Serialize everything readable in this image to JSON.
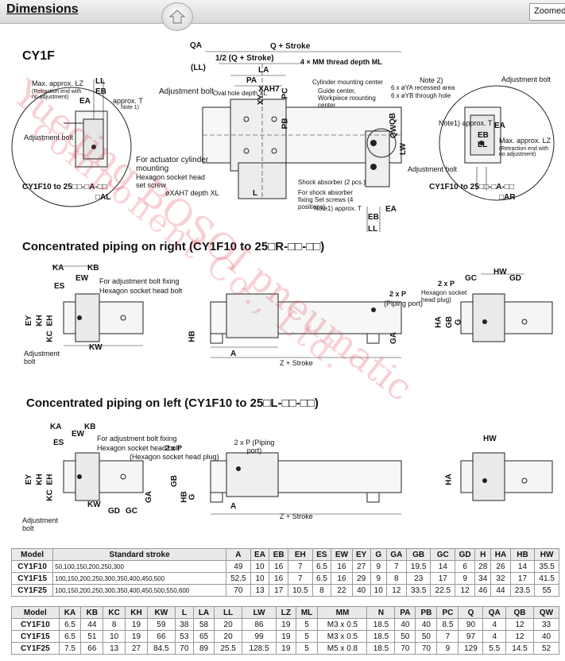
{
  "header": {
    "title": "Dimensions",
    "zoom_label": "Zoomed o"
  },
  "diagram_main": {
    "model": "CY1F",
    "labels": {
      "qa": "QA",
      "q_stroke": "Q + Stroke",
      "half_q": "1/2 (Q + Stroke)",
      "ll": "(LL)",
      "la": "LA",
      "pa": "PA",
      "xah7": "XAH7",
      "xy": "XY",
      "pc": "PC",
      "qb": "QB",
      "pb": "PB",
      "qw": "QW",
      "lw": "LW",
      "mm_thread": "4 × MM thread depth ML",
      "cyl_center": "Cylinder mounting center",
      "guide_center": "Guide center, Workpiece mounting center",
      "oval_hole": "Oval hole depth XL",
      "adj_bolt": "Adjustment bolt",
      "for_actuator": "For actuator cylinder mounting",
      "hex_socket": "Hexagon socket head set screw",
      "xah7_depth": "øXAH7 depth XL",
      "l": "L",
      "shock": "Shock absorber (2 pcs.)",
      "shock_fixing": "For shock absorber fixing Set screws (4 positions)",
      "note1_approx_t": "Note1) approx. T",
      "eb": "EB",
      "ea": "EA",
      "ll2": "LL"
    },
    "left_detail": {
      "max_approx": "Max. approx. LZ",
      "retraction": "(Retraction end with no adjustment)",
      "ll": "LL",
      "eb": "EB",
      "ea": "EA",
      "approx_t": "approx. T",
      "note1": "Note 1)",
      "adj_bolt": "Adjustment bolt",
      "model_al": "CY1F10 to 25□□-□A-□□",
      "model_al2": "□AL"
    },
    "right_detail": {
      "note2": "Note 2)",
      "ya_recess": "6 x øYA recessed area",
      "yb_through": "6 x øYB through hole",
      "adj_bolt_top": "Adjustment bolt",
      "note1_approx": "Note1) approx. T",
      "ea": "EA",
      "eb": "EB",
      "ll": "LL",
      "max_approx": "Max. approx. LZ",
      "retraction": "(Retraction end with no adjustment)",
      "adj_bolt_bottom": "Adjustment bolt",
      "model_ar": "CY1F10 to 25□□-□A-□□",
      "model_ar2": "□AR"
    }
  },
  "section_right": {
    "title": "Concentrated piping on right (CY1F10 to 25□R-□□-□□)",
    "labels": {
      "ka": "KA",
      "kb": "KB",
      "es": "ES",
      "ew": "EW",
      "adj_fixing": "For adjustment bolt fixing",
      "hex_plug": "Hexagon socket head bolt",
      "ey": "EY",
      "kh": "KH",
      "eh": "EH",
      "kc": "KC",
      "kw": "KW",
      "adj_bolt": "Adjustment bolt",
      "hb": "HB",
      "a": "A",
      "z_stroke": "Z + Stroke",
      "two_p": "2 x P",
      "piping_port": "(Piping port)",
      "two_p_r": "2 x P",
      "hex_plug_r": "Hexagon socket head plug)",
      "hw": "HW",
      "gc": "GC",
      "gd": "GD",
      "ha": "HA",
      "gb": "GB",
      "g": "G",
      "ga": "GA"
    }
  },
  "section_left": {
    "title": "Concentrated piping on left (CY1F10 to 25□L-□□-□□)",
    "labels": {
      "ka": "KA",
      "kb": "KB",
      "es": "ES",
      "ew": "EW",
      "adj_fixing": "For adjustment bolt fixing",
      "hex_bolt": "Hexagon socket head bolt",
      "two_p": "2 x P",
      "hex_plug": "(Hexagon socket head plug)",
      "piping": "2 x P (Piping port)",
      "ey": "EY",
      "kh": "KH",
      "eh": "EH",
      "kc": "KC",
      "kw": "KW",
      "gd": "GD",
      "gc": "GC",
      "gb": "GB",
      "hb": "HB",
      "g": "G",
      "ga": "GA",
      "adj_bolt": "Adjustment bolt",
      "a": "A",
      "z_stroke": "Z + Stroke",
      "hw": "HW",
      "ha": "HA"
    }
  },
  "table1": {
    "headers": [
      "Model",
      "Standard stroke",
      "A",
      "EA",
      "EB",
      "EH",
      "ES",
      "EW",
      "EY",
      "G",
      "GA",
      "GB",
      "GC",
      "GD",
      "H",
      "HA",
      "HB",
      "HW"
    ],
    "rows": [
      [
        "CY1F10",
        "50,100,150,200,250,300",
        "49",
        "10",
        "16",
        "7",
        "6.5",
        "16",
        "27",
        "9",
        "7",
        "19.5",
        "14",
        "6",
        "28",
        "26",
        "14",
        "35.5"
      ],
      [
        "CY1F15",
        "100,150,200,250,300,350,400,450,500",
        "52.5",
        "10",
        "16",
        "7",
        "6.5",
        "16",
        "29",
        "9",
        "8",
        "23",
        "17",
        "9",
        "34",
        "32",
        "17",
        "41.5"
      ],
      [
        "CY1F25",
        "100,150,200,250,300,350,400,450,500,550,600",
        "70",
        "13",
        "17",
        "10.5",
        "8",
        "22",
        "40",
        "10",
        "12",
        "33.5",
        "22.5",
        "12",
        "46",
        "44",
        "23.5",
        "55"
      ]
    ]
  },
  "table2": {
    "headers": [
      "Model",
      "KA",
      "KB",
      "KC",
      "KH",
      "KW",
      "L",
      "LA",
      "LL",
      "LW",
      "LZ",
      "ML",
      "MM",
      "N",
      "PA",
      "PB",
      "PC",
      "Q",
      "QA",
      "QB",
      "QW"
    ],
    "rows": [
      [
        "CY1F10",
        "6.5",
        "44",
        "8",
        "19",
        "59",
        "38",
        "58",
        "20",
        "86",
        "19",
        "5",
        "M3 x 0.5",
        "18.5",
        "40",
        "40",
        "8.5",
        "90",
        "4",
        "12",
        "33"
      ],
      [
        "CY1F15",
        "6.5",
        "51",
        "10",
        "19",
        "66",
        "53",
        "65",
        "20",
        "99",
        "19",
        "5",
        "M3 x 0.5",
        "18.5",
        "50",
        "50",
        "7",
        "97",
        "4",
        "12",
        "40"
      ],
      [
        "CY1F25",
        "7.5",
        "66",
        "13",
        "27",
        "84.5",
        "70",
        "89",
        "25.5",
        "128.5",
        "19",
        "5",
        "M5 x 0.8",
        "18.5",
        "70",
        "70",
        "9",
        "129",
        "5.5",
        "14.5",
        "52"
      ]
    ]
  },
  "watermark": {
    "line1": "Yueqing BOSOI pneumatic",
    "line2": "component Co., Ltd."
  },
  "colors": {
    "watermark": "#dc283c",
    "line": "#222222",
    "header_band": "#dcdcdc"
  }
}
